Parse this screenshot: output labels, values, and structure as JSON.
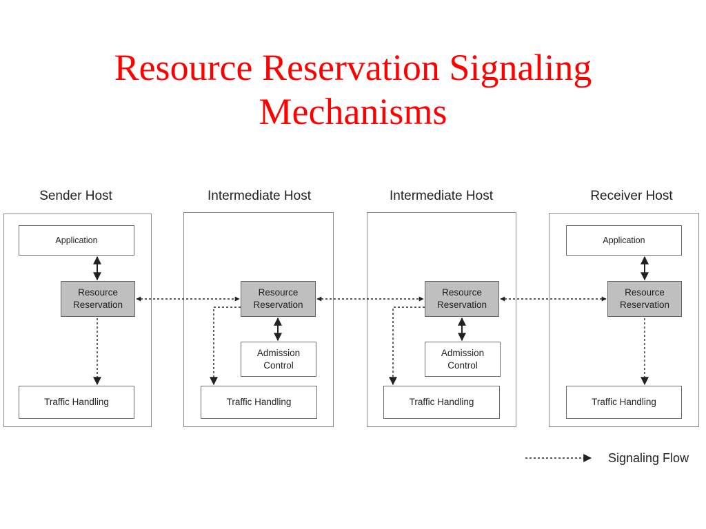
{
  "slide": {
    "title_line1": "Resource Reservation Signaling",
    "title_line2": "Mechanisms"
  },
  "hosts": {
    "sender": {
      "title": "Sender Host",
      "application": "Application",
      "resource_reservation": "Resource\nReservation",
      "traffic_handling": "Traffic Handling"
    },
    "intermediate1": {
      "title": "Intermediate Host",
      "resource_reservation": "Resource\nReservation",
      "admission_control": "Admission\nControl",
      "traffic_handling": "Traffic Handling"
    },
    "intermediate2": {
      "title": "Intermediate Host",
      "resource_reservation": "Resource\nReservation",
      "admission_control": "Admission\nControl",
      "traffic_handling": "Traffic Handling"
    },
    "receiver": {
      "title": "Receiver Host",
      "application": "Application",
      "resource_reservation": "Resource\nReservation",
      "traffic_handling": "Traffic Handling"
    }
  },
  "legend": {
    "label": "Signaling Flow"
  },
  "colors": {
    "title": "#ff0000",
    "reservation_fill": "#bfbfbf",
    "line": "#222222"
  }
}
